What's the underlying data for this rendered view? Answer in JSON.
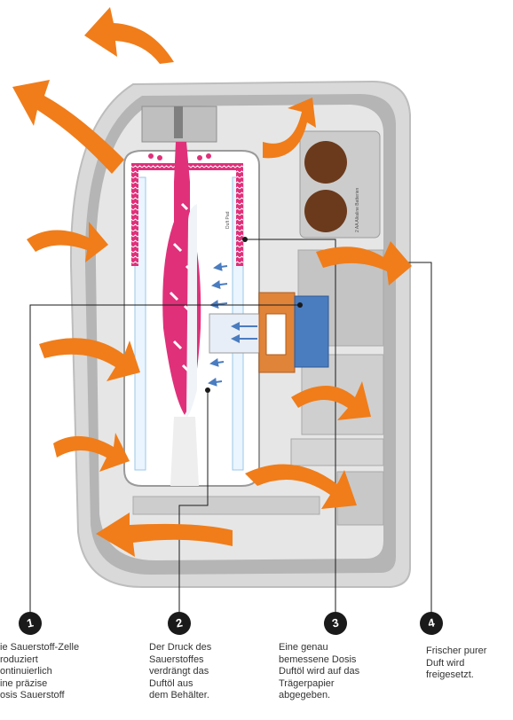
{
  "diagram": {
    "colors": {
      "housing_outer": "#d9d9d9",
      "housing_inner": "#b3b3b3",
      "arrow": "#f07d1a",
      "fragrance": "#e0307a",
      "oxygen_cell": "#4a7cc0",
      "fitting": "#e0843a",
      "battery": "#6b3a1c"
    },
    "small_labels": {
      "pad": "Duft Pad",
      "battery": "2 AA Alkaline Batterien"
    },
    "callouts": [
      {
        "number": "1",
        "lines": [
          "ie Sauerstoff-Zelle",
          "roduziert",
          "ontinuierlich",
          "ine präzise",
          "osis Sauerstoff"
        ]
      },
      {
        "number": "2",
        "lines": [
          "Der Druck des",
          "Sauerstoffes",
          "verdrängt das",
          "Duftöl aus",
          "dem Behälter."
        ]
      },
      {
        "number": "3",
        "lines": [
          "Eine genau",
          "bemessene Dosis",
          "Duftöl wird auf das",
          "Trägerpapier",
          "abgegeben."
        ]
      },
      {
        "number": "4",
        "lines": [
          "Frischer purer",
          "Duft wird",
          "freigesetzt."
        ]
      }
    ]
  }
}
